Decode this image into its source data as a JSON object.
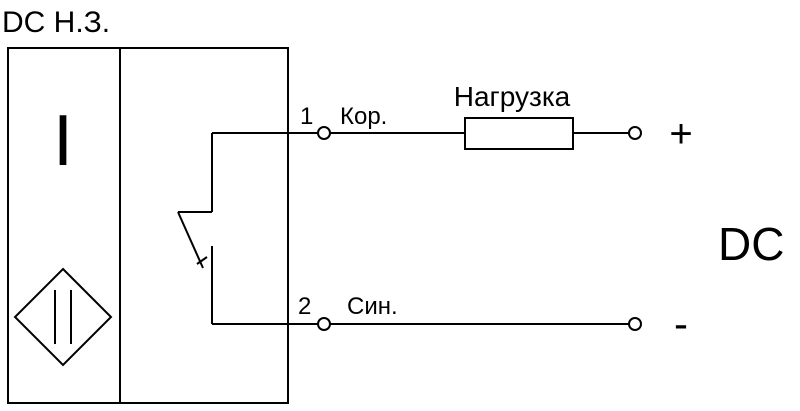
{
  "diagram": {
    "title": "DC Н.З.",
    "sensor_mark": "I",
    "load_label": "Нагрузка",
    "supply_label": "DC",
    "terminals": [
      {
        "number": "1",
        "wire": "Кор.",
        "polarity": "+"
      },
      {
        "number": "2",
        "wire": "Син.",
        "polarity": "-"
      }
    ]
  }
}
